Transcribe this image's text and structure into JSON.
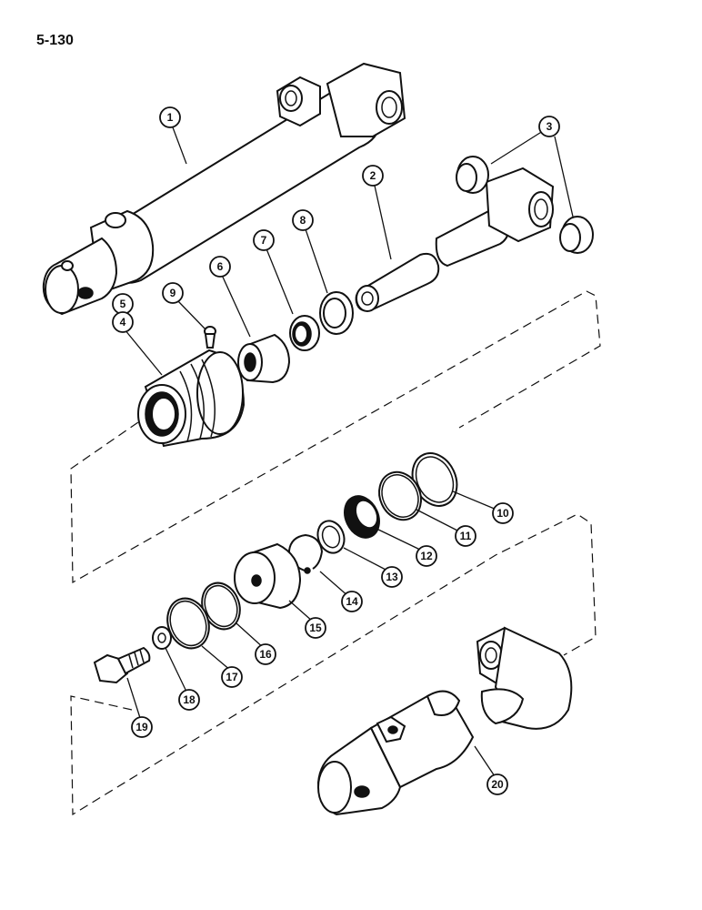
{
  "page_number": "5-130",
  "callouts": [
    "1",
    "2",
    "3",
    "4",
    "5",
    "6",
    "7",
    "8",
    "9",
    "10",
    "11",
    "12",
    "13",
    "14",
    "15",
    "16",
    "17",
    "18",
    "19",
    "20"
  ]
}
